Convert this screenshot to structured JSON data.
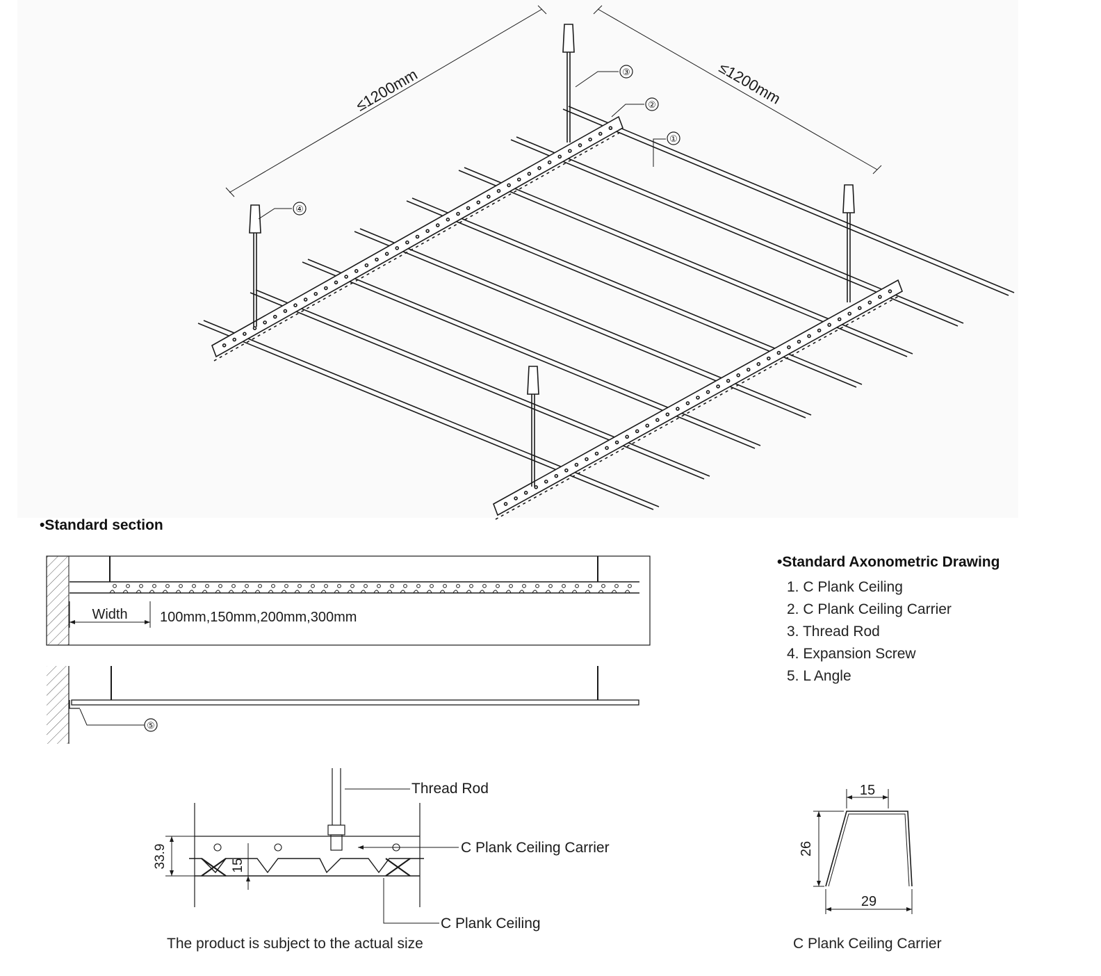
{
  "axonometric": {
    "dim_left": "≤1200mm",
    "dim_right": "≤1200mm",
    "callouts": [
      "①",
      "②",
      "③",
      "④"
    ]
  },
  "section": {
    "heading": "•Standard section",
    "width_label": "Width",
    "widths": "100mm,150mm,200mm,300mm",
    "callout_5": "⑤"
  },
  "legend": {
    "heading": "•Standard Axonometric Drawing",
    "items": [
      "1. C Plank Ceiling",
      "2. C Plank Ceiling Carrier",
      "3. Thread Rod",
      "4. Expansion Screw",
      "5. L Angle"
    ]
  },
  "detail": {
    "thread_rod": "Thread Rod",
    "carrier": "C Plank Ceiling Carrier",
    "plank": "C Plank Ceiling",
    "dim_height": "33.9",
    "dim_15": "15",
    "note": "The product is subject to the actual size"
  },
  "profile": {
    "dim_top": "15",
    "dim_side": "26",
    "dim_bottom": "29",
    "caption": "C Plank Ceiling Carrier"
  },
  "colors": {
    "line": "#1a1a1a",
    "hatch": "#555555",
    "panel_bg": "#fafafa"
  }
}
